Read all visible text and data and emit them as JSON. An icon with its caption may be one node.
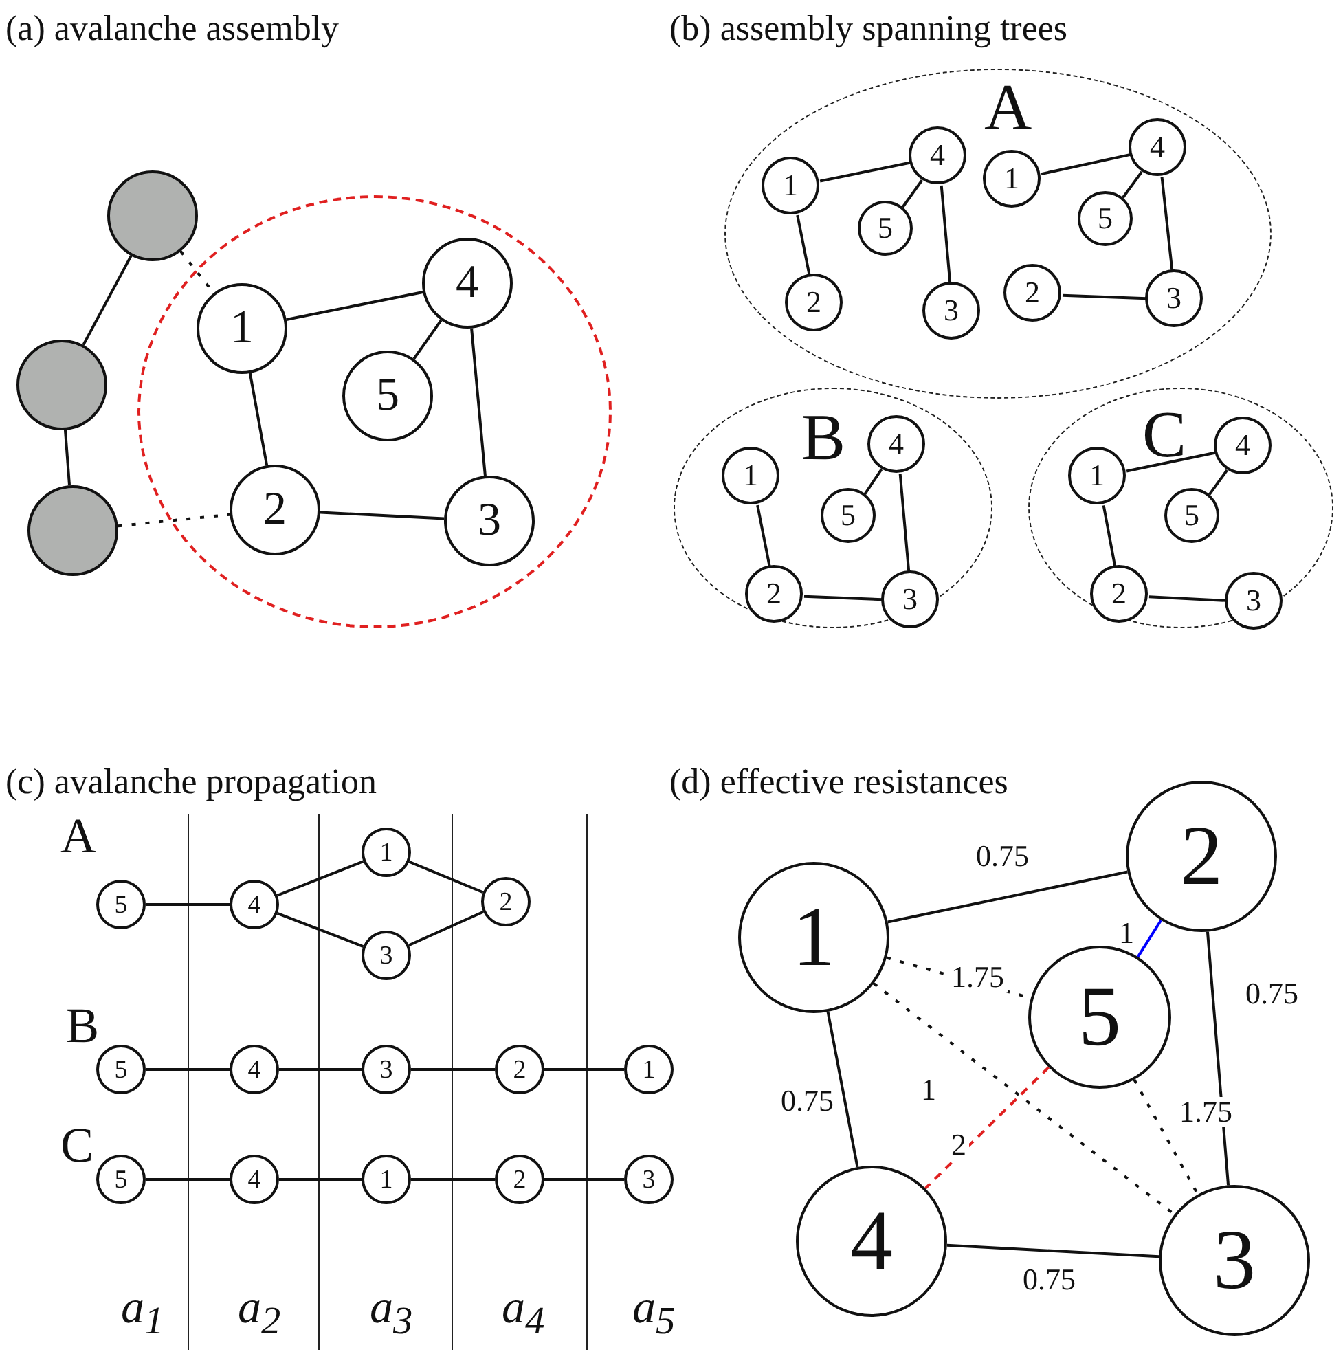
{
  "diagram": {
    "nodes": [
      {
        "text": [],
        "shape": "circle"
      },
      {
        "text": [],
        "shape": "circle"
      },
      {
        "text": [],
        "shape": "circle"
      },
      {
        "text": [],
        "shape": "circle"
      },
      {
        "text": [
          "1"
        ],
        "in": 3
      },
      {
        "text": [
          "4"
        ],
        "in": 3
      },
      {
        "text": [
          "5"
        ],
        "in": 3
      },
      {
        "text": [
          "2"
        ],
        "in": 3
      },
      {
        "text": [
          "3"
        ],
        "in": 3
      },
      {
        "text": [
          "A"
        ]
      },
      {
        "text": [
          "1"
        ],
        "in": 9
      },
      {
        "text": [
          "4"
        ],
        "in": 9
      },
      {
        "text": [
          "5"
        ],
        "in": 9
      },
      {
        "text": [
          "2"
        ],
        "in": 9
      },
      {
        "text": [
          "3"
        ],
        "in": 9
      },
      {
        "text": [
          "1"
        ],
        "in": 9
      },
      {
        "text": [
          "4"
        ],
        "in": 9
      },
      {
        "text": [
          "5"
        ],
        "in": 9
      },
      {
        "text": [
          "2"
        ],
        "in": 9
      },
      {
        "text": [
          "3"
        ],
        "in": 9
      },
      {
        "text": [
          "B"
        ]
      },
      {
        "text": [
          "1"
        ],
        "in": 20
      },
      {
        "text": [
          "4"
        ],
        "in": 20
      },
      {
        "text": [
          "5"
        ],
        "in": 20
      },
      {
        "text": [
          "2"
        ],
        "in": 20
      },
      {
        "text": [
          "3"
        ],
        "in": 20
      },
      {
        "text": [
          "C"
        ]
      },
      {
        "text": [
          "1"
        ],
        "in": 26
      },
      {
        "text": [
          "4"
        ],
        "in": 26
      },
      {
        "text": [
          "5"
        ],
        "in": 26
      },
      {
        "text": [
          "2"
        ],
        "in": 26
      },
      {
        "text": [
          "3"
        ],
        "in": 26
      },
      {
        "text": [
          "1"
        ]
      },
      {
        "text": [
          "5"
        ]
      },
      {
        "text": [
          "4"
        ]
      },
      {
        "text": [
          "2"
        ]
      },
      {
        "text": [
          "3"
        ]
      },
      {
        "text": [
          "5"
        ]
      },
      {
        "text": [
          "4"
        ]
      },
      {
        "text": [
          "3"
        ]
      },
      {
        "text": [
          "2"
        ]
      },
      {
        "text": [
          "1"
        ]
      },
      {
        "text": [
          "5"
        ]
      },
      {
        "text": [
          "4"
        ]
      },
      {
        "text": [
          "1"
        ]
      },
      {
        "text": [
          "2"
        ]
      },
      {
        "text": [
          "3"
        ]
      },
      {
        "text": [
          "2"
        ]
      },
      {
        "text": [
          "1"
        ]
      },
      {
        "text": [
          "5"
        ]
      },
      {
        "text": [
          "4"
        ]
      },
      {
        "text": [
          "3"
        ]
      }
    ],
    "edges": [
      {
        "from": 0,
        "to": 1,
        "arrow": "none"
      },
      {
        "from": 1,
        "to": 2,
        "arrow": "none"
      },
      {
        "from": 0,
        "to": 4,
        "arrow": "none",
        "style": "dashed"
      },
      {
        "from": 2,
        "to": 7,
        "arrow": "none",
        "style": "dashed"
      },
      {
        "from": 4,
        "to": 5,
        "arrow": "none"
      },
      {
        "from": 4,
        "to": 7,
        "arrow": "none"
      },
      {
        "from": 5,
        "to": 6,
        "arrow": "none"
      },
      {
        "from": 5,
        "to": 8,
        "arrow": "none"
      },
      {
        "from": 7,
        "to": 8,
        "arrow": "none"
      },
      {
        "from": 10,
        "to": 11,
        "arrow": "none"
      },
      {
        "from": 10,
        "to": 13,
        "arrow": "none"
      },
      {
        "from": 11,
        "to": 12,
        "arrow": "none"
      },
      {
        "from": 11,
        "to": 14,
        "arrow": "none"
      },
      {
        "from": 15,
        "to": 16,
        "arrow": "none"
      },
      {
        "from": 16,
        "to": 17,
        "arrow": "none"
      },
      {
        "from": 16,
        "to": 19,
        "arrow": "none"
      },
      {
        "from": 18,
        "to": 19,
        "arrow": "none"
      },
      {
        "from": 21,
        "to": 24,
        "arrow": "none"
      },
      {
        "from": 24,
        "to": 25,
        "arrow": "none"
      },
      {
        "from": 22,
        "to": 25,
        "arrow": "none"
      },
      {
        "from": 22,
        "to": 23,
        "arrow": "none"
      },
      {
        "from": 27,
        "to": 28,
        "arrow": "none"
      },
      {
        "from": 27,
        "to": 30,
        "arrow": "none"
      },
      {
        "from": 30,
        "to": 31,
        "arrow": "none"
      },
      {
        "from": 28,
        "to": 29,
        "arrow": "none"
      },
      {
        "from": 33,
        "to": 34,
        "arrow": "none"
      },
      {
        "from": 32,
        "to": 34,
        "arrow": "none"
      },
      {
        "from": 34,
        "to": 36,
        "arrow": "none"
      },
      {
        "from": 32,
        "to": 35,
        "arrow": "none"
      },
      {
        "from": 35,
        "to": 36,
        "arrow": "none"
      },
      {
        "from": 37,
        "to": 38,
        "arrow": "none"
      },
      {
        "from": 38,
        "to": 39,
        "arrow": "none"
      },
      {
        "from": 39,
        "to": 40,
        "arrow": "none"
      },
      {
        "from": 40,
        "to": 41,
        "arrow": "none"
      },
      {
        "from": 42,
        "to": 43,
        "arrow": "none"
      },
      {
        "from": 43,
        "to": 44,
        "arrow": "none"
      },
      {
        "from": 44,
        "to": 45,
        "arrow": "none"
      },
      {
        "from": 45,
        "to": 46,
        "arrow": "none"
      },
      {
        "from": 48,
        "to": 47,
        "arrow": "none",
        "label": "0.75"
      },
      {
        "from": 48,
        "to": 49,
        "arrow": "none",
        "label": "1.75",
        "style": "dashed"
      },
      {
        "from": 47,
        "to": 49,
        "arrow": "none",
        "label": "1",
        "color": "#0000ff"
      },
      {
        "from": 48,
        "to": 50,
        "arrow": "none",
        "label": "0.75"
      },
      {
        "from": 48,
        "to": 51,
        "arrow": "none",
        "label": "1",
        "style": "dashed"
      },
      {
        "from": 49,
        "to": 51,
        "arrow": "none",
        "label": "1.75",
        "style": "dashed"
      },
      {
        "from": 49,
        "to": 50,
        "arrow": "none",
        "label": "2",
        "style": "dashed",
        "color": "#e02020"
      },
      {
        "from": 47,
        "to": 51,
        "arrow": "none",
        "label": "0.75"
      },
      {
        "from": 50,
        "to": 51,
        "arrow": "none",
        "label": "0.75"
      }
    ],
    "labels": [
      "(a) avalanche assembly",
      "(b) assembly spanning trees",
      "(c) avalanche propagation",
      "(d) effective resistances",
      "A",
      "B",
      "C",
      "a$_{1}$",
      "a$_{2}$",
      "a$_{3}$",
      "a$_{4}$",
      "a$_{5}$"
    ]
  }
}
